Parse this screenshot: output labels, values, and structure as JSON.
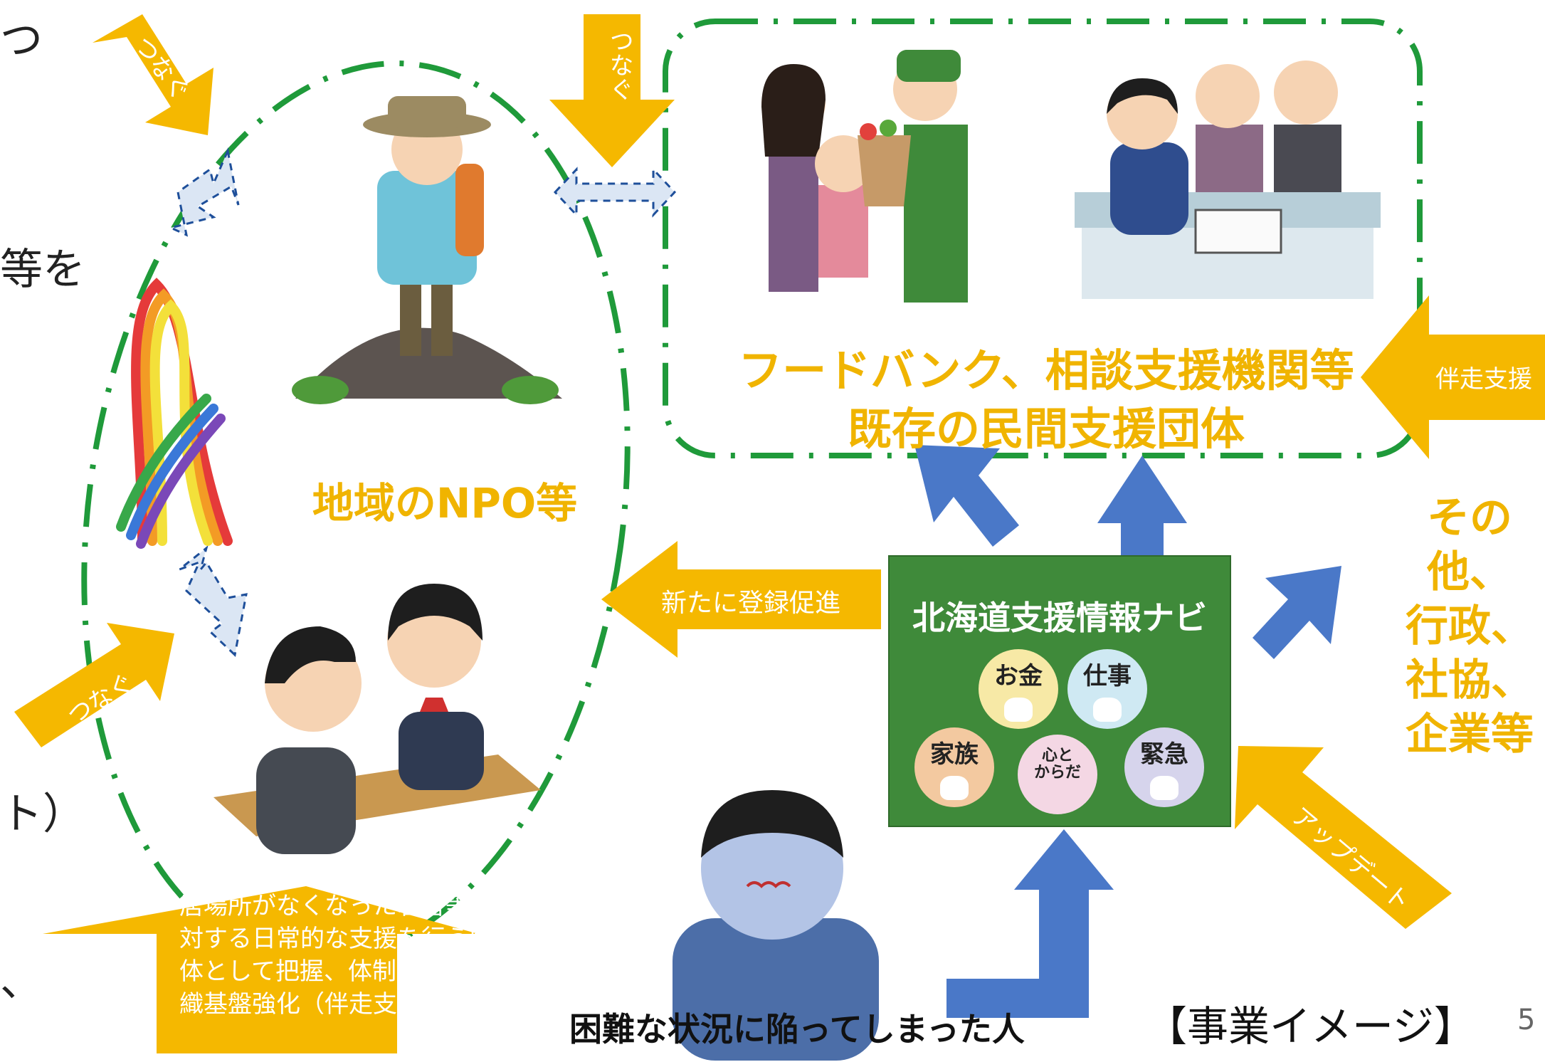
{
  "left_edge_text": [
    "つ",
    "等を",
    "ト）",
    "、"
  ],
  "org_label_line1": "フードバンク、相談支援機関等",
  "org_label_line2": "既存の民間支援団体",
  "npo_label": "地域のNPO等",
  "other_label_lines": [
    "その他、",
    "行政、",
    "社協、",
    "企業等"
  ],
  "navi": {
    "title": "北海道支援情報ナビ",
    "bubbles": [
      {
        "label": "お金",
        "color": "#f7e9a6"
      },
      {
        "label": "仕事",
        "color": "#cfe9f3"
      },
      {
        "label": "家族",
        "color": "#f3c9a0"
      },
      {
        "label": "心とからだ",
        "label_top": "心と",
        "label_bottom": "からだ",
        "color": "#f4d7e4"
      },
      {
        "label": "緊急",
        "color": "#d6d4ec"
      }
    ]
  },
  "arrows": {
    "connect": "つなぐ",
    "accompany": "伴走支援",
    "register": "新たに登録促進",
    "update": "アップデート"
  },
  "bottom_caption": "居場所がなくなった若者等に対する日常的な支援を行う団体として把握、体制整備、組織基盤強化（伴走支援）",
  "person_label": "困難な状況に陥ってしまった人",
  "project_label": "【事業イメージ】",
  "page_number": "5",
  "colors": {
    "orange": "#f0b400",
    "arrow_orange": "#f5b800",
    "blue_arrow": "#4a78c8",
    "dashed_green": "#1f9a3a",
    "navi_green": "#3f8a3a"
  }
}
